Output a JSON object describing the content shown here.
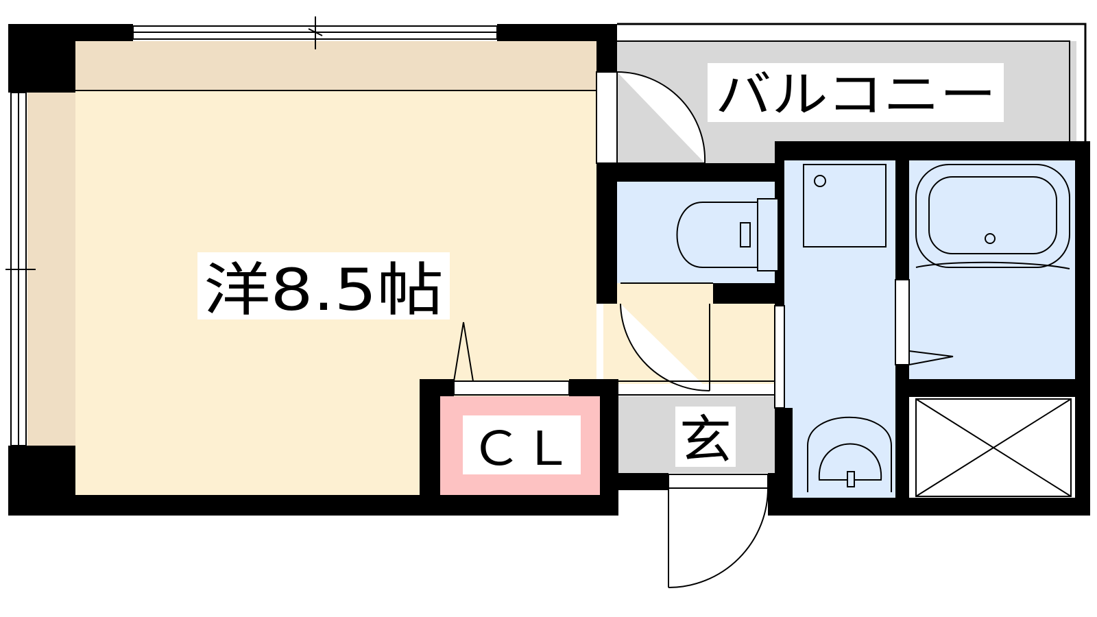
{
  "rooms": {
    "western": "洋8.5帖",
    "closet": "ＣＬ",
    "entrance": "玄",
    "balcony": "バルコニー"
  },
  "colors": {
    "room_floor": "#fdf0d2",
    "floor_strip": "#efdec4",
    "wet_area": "#dcebfd",
    "closet_floor": "#fdc2c2",
    "balcony_floor": "#d8d8d8",
    "entrance_floor": "#d8d8d8",
    "wall": "#000000"
  }
}
